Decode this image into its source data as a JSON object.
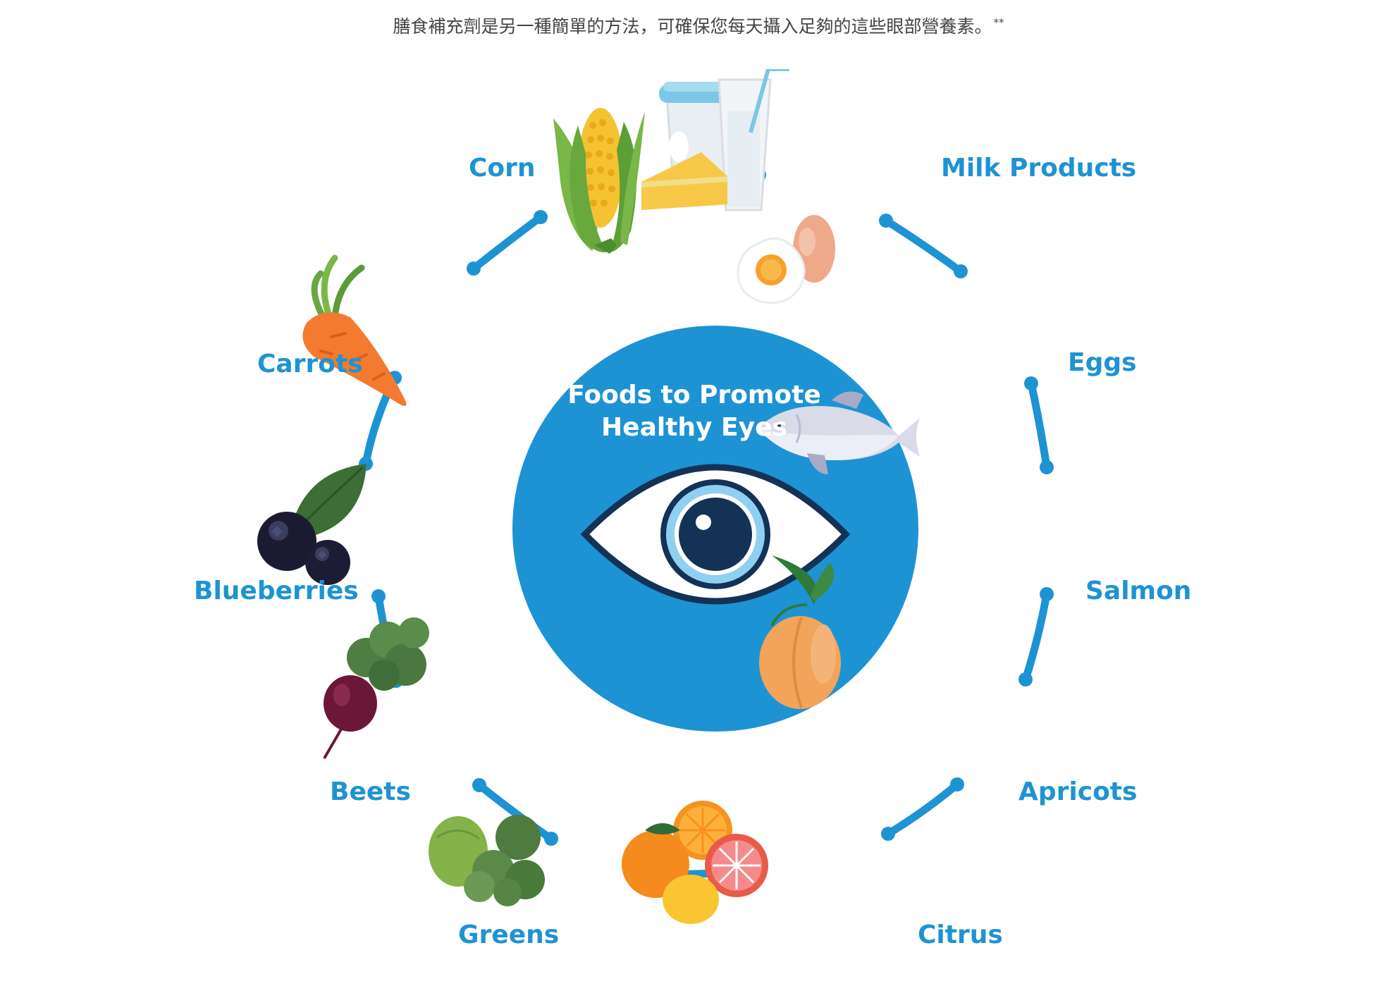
{
  "caption": {
    "text": "膳食補充劑是另一種簡單的方法，可確保您每天攝入足夠的這些眼部營養素。",
    "footnote": "**"
  },
  "center": {
    "title_line1": "Foods to Promote",
    "title_line2": "Healthy Eyes"
  },
  "foods": {
    "corn": "Corn",
    "milk": "Milk Products",
    "eggs": "Eggs",
    "salmon": "Salmon",
    "apricots": "Apricots",
    "citrus": "Citrus",
    "greens": "Greens",
    "beets": "Beets",
    "blueberries": "Blueberries",
    "carrots": "Carrots"
  },
  "icons": [
    "eye-icon",
    "corn-icon",
    "milk-products-icon",
    "eggs-icon",
    "salmon-icon",
    "apricot-icon",
    "citrus-icon",
    "greens-icon",
    "beet-icon",
    "blueberries-icon",
    "carrot-icon"
  ],
  "colors": {
    "accent": "#1e93d3",
    "circle": "#1e93d3",
    "eye_dark": "#133256",
    "eye_light": "#8fd0f0"
  }
}
